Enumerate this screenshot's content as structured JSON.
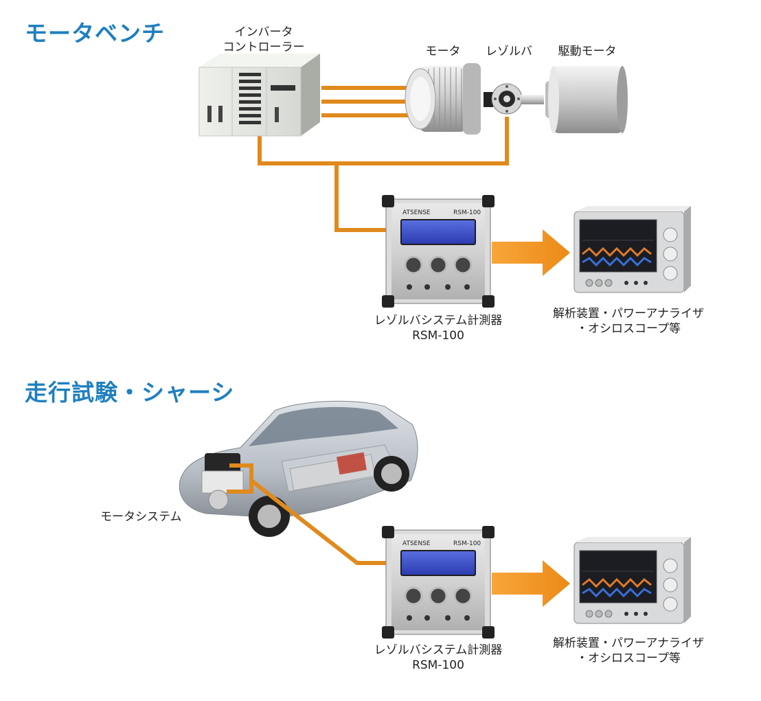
{
  "sections": {
    "bench": {
      "title": "モータベンチ",
      "inverter": {
        "line1": "インバータ",
        "line2": "コントローラー"
      },
      "motor_label": "モータ",
      "resolver_label": "レゾルバ",
      "drive_motor_label": "駆動モータ",
      "device": {
        "name": "レゾルバシステム計測器",
        "model": "RSM-100"
      },
      "analyzer": {
        "line1": "解析装置・パワーアナライザ",
        "line2": "・オシロスコープ等"
      }
    },
    "driving": {
      "title": "走行試験・シャーシ",
      "motor_system_label": "モータシステム",
      "device": {
        "name": "レゾルバシステム計測器",
        "model": "RSM-100"
      },
      "analyzer": {
        "line1": "解析装置・パワーアナライザ",
        "line2": "・オシロスコープ等"
      }
    }
  },
  "device_panel": {
    "brand": "ATSENSE",
    "model_text": "RSM-100"
  },
  "colors": {
    "accent_heading": "#1f7fc0",
    "wire": "#e08a1e",
    "arrow": "#f0952a"
  },
  "icons": [
    "inverter-cabinet-icon",
    "motor-icon",
    "resolver-icon",
    "drive-motor-icon",
    "measurement-device-icon",
    "analyzer-icon",
    "car-icon",
    "arrow-icon"
  ]
}
